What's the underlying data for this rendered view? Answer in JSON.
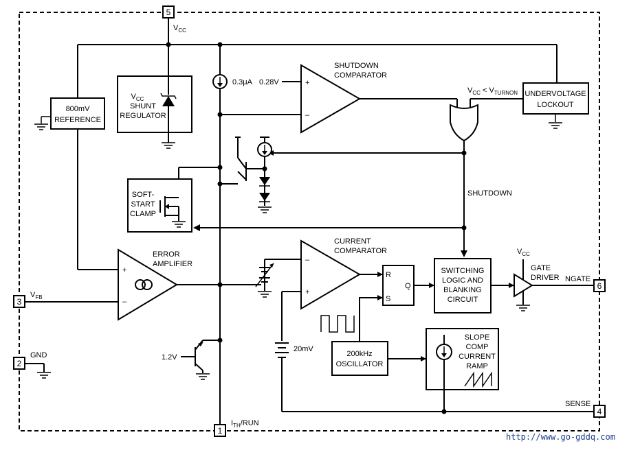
{
  "pins": {
    "p1": "1",
    "p2": "2",
    "p3": "3",
    "p4": "4",
    "p5": "5",
    "p6": "6"
  },
  "labels": {
    "vcc_main_v": "V",
    "vcc_main_sub": "CC",
    "shunt_v": "V",
    "shunt_sub": "CC",
    "shunt_line2": "SHUNT",
    "shunt_line3": "REGULATOR",
    "ref_line1": "800mV",
    "ref_line2": "REFERENCE",
    "current_source": "0.3μA",
    "shutdown_ref": "0.28V",
    "shutdown_comp_1": "SHUTDOWN",
    "shutdown_comp_2": "COMPARATOR",
    "plus": "+",
    "minus": "–",
    "uvlo_cond_v": "V",
    "uvlo_cond_sub1": "CC",
    "uvlo_cond_mid": " < V",
    "uvlo_cond_sub2": "TURNON",
    "uvlo_line1": "UNDERVOLTAGE",
    "uvlo_line2": "LOCKOUT",
    "softstart_1": "SOFT-",
    "softstart_2": "START",
    "softstart_3": "CLAMP",
    "shutdown_net": "SHUTDOWN",
    "err_amp_1": "ERROR",
    "err_amp_2": "AMPLIFIER",
    "cur_comp_1": "CURRENT",
    "cur_comp_2": "COMPARATOR",
    "latch_r": "R",
    "latch_s": "S",
    "latch_q": "Q",
    "logic_1": "SWITCHING",
    "logic_2": "LOGIC AND",
    "logic_3": "BLANKING",
    "logic_4": "CIRCUIT",
    "drv_vcc_v": "V",
    "drv_vcc_sub": "CC",
    "gate_driver_1": "GATE",
    "gate_driver_2": "DRIVER",
    "ngate": "NGATE",
    "vfb_v": "V",
    "vfb_sub": "FB",
    "gnd": "GND",
    "vclamp": "1.2V",
    "offset_20mv": "20mV",
    "osc_1": "200kHz",
    "osc_2": "OSCILLATOR",
    "slope_1": "SLOPE",
    "slope_2": "COMP",
    "slope_3": "CURRENT",
    "slope_4": "RAMP",
    "sense": "SENSE",
    "ith_i": "I",
    "ith_sub": "TH",
    "ith_run": "/RUN",
    "watermark": "http://www.go-gddq.com"
  }
}
